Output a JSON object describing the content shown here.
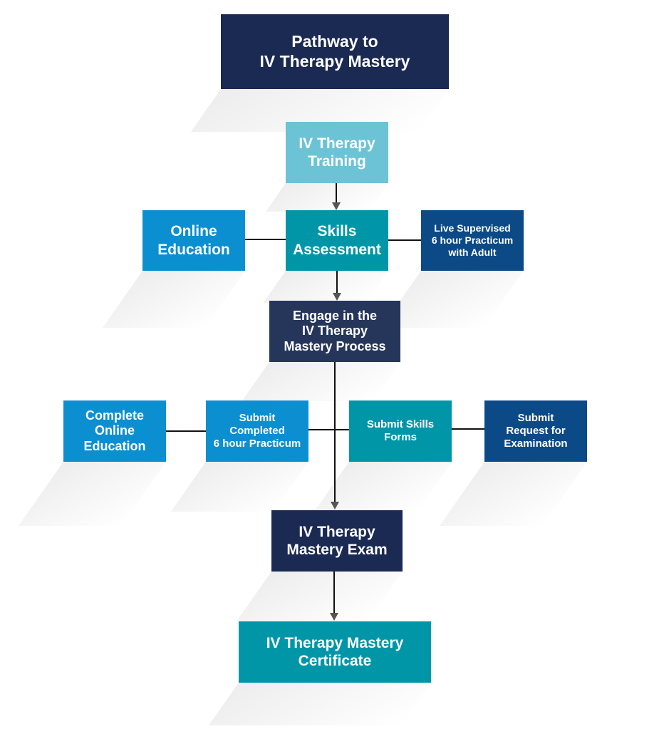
{
  "title": "Pathway to\nIV Therapy Mastery",
  "nodes": {
    "training": "IV Therapy\nTraining",
    "skills_assessment": "Skills\nAssessment",
    "online_education": "Online\nEducation",
    "live_supervised": "Live Supervised\n6 hour Practicum\nwith Adult",
    "engage": "Engage in the\nIV Therapy\nMastery Process",
    "complete_online": "Complete\nOnline\nEducation",
    "submit_practicum": "Submit\nCompleted\n6 hour Practicum",
    "submit_skills": "Submit Skills\nForms",
    "submit_request": "Submit\nRequest for\nExamination",
    "exam": "IV Therapy\nMastery Exam",
    "certificate": "IV Therapy Mastery\nCertificate"
  },
  "colors": {
    "navy": "#1b2a52",
    "navy2": "#26365a",
    "light_teal": "#6cc3d5",
    "teal": "#0096a8",
    "blue": "#0b8fd0",
    "dark_blue": "#0b4a86"
  }
}
